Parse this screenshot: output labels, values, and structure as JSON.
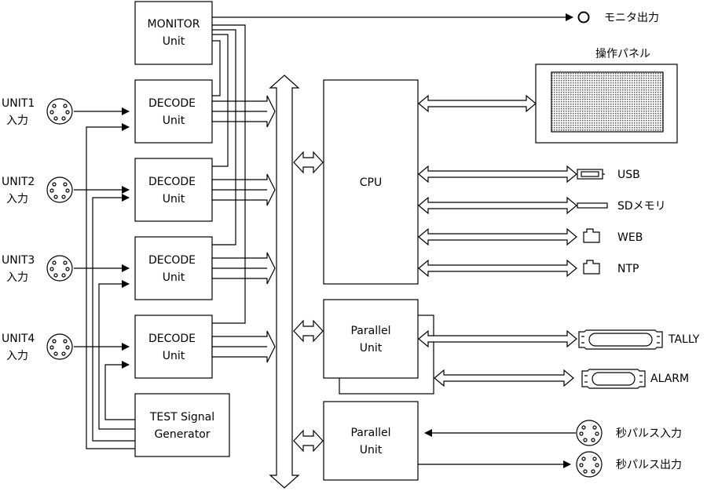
{
  "blocks": {
    "monitor": [
      "MONITOR",
      "Unit"
    ],
    "decode1": [
      "DECODE",
      "Unit"
    ],
    "decode2": [
      "DECODE",
      "Unit"
    ],
    "decode3": [
      "DECODE",
      "Unit"
    ],
    "decode4": [
      "DECODE",
      "Unit"
    ],
    "test": [
      "TEST Signal",
      "Generator"
    ],
    "cpu": "CPU",
    "parallel1": [
      "Parallel",
      "Unit"
    ],
    "parallel2": [
      "Parallel",
      "Unit"
    ]
  },
  "inputs": [
    [
      "UNIT1",
      "入力"
    ],
    [
      "UNIT2",
      "入力"
    ],
    [
      "UNIT3",
      "入力"
    ],
    [
      "UNIT4",
      "入力"
    ]
  ],
  "outputs": {
    "monitor_out": "モニタ出力",
    "panel": "操作パネル",
    "usb": "USB",
    "sd": "SDメモリ",
    "web": "WEB",
    "ntp": "NTP",
    "tally": "TALLY",
    "alarm": "ALARM",
    "pulse_in": "秒パルス入力",
    "pulse_out": "秒パルス出力"
  }
}
